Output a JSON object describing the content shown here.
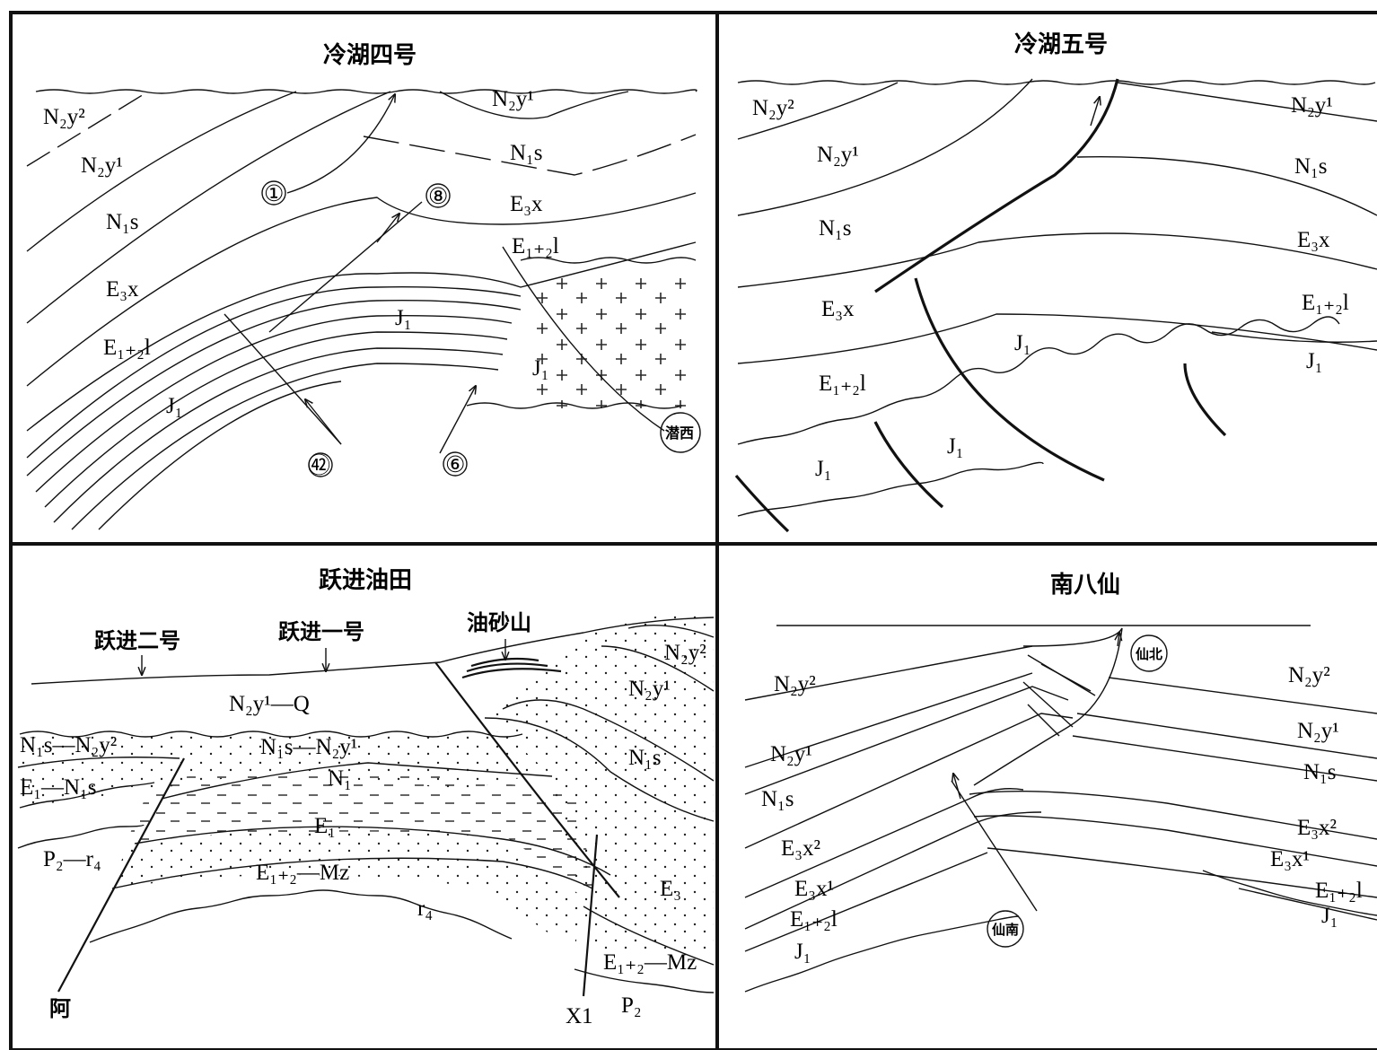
{
  "panels": [
    {
      "id": "lenghu4",
      "title": "冷湖四号",
      "labels": {
        "n2y2": "N₂y²",
        "n2y1_left": "N₂y¹",
        "n2y1_top": "N₂y¹",
        "n1s_left": "N₁s",
        "n1s_right": "N₁s",
        "e3x_left": "E₃x",
        "e3x_right": "E₃x",
        "e12l_left": "E₁₊₂l",
        "e12l_right": "E₁₊₂l",
        "j1_left": "J₁",
        "j1_center": "J₁",
        "j1_right": "J₁",
        "fault1": "①",
        "fault8": "⑧",
        "fault42": "㊷",
        "fault6": "⑥",
        "xixi": "潜西"
      }
    },
    {
      "id": "lenghu5",
      "title": "冷湖五号",
      "labels": {
        "n2y2": "N₂y²",
        "n2y1_left": "N₂y¹",
        "n2y1_right": "N₂y¹",
        "n1s_left": "N₁s",
        "n1s_right": "N₁s",
        "e3x_left": "E₃x",
        "e3x_right": "E₃x",
        "e12l_left": "E₁₊₂l",
        "e12l_right": "E₁₊₂l",
        "j1_center": "J₁",
        "j1_right": "J₁",
        "j1_low1": "J₁",
        "j1_low2": "J₁"
      }
    },
    {
      "id": "yuejin",
      "title": "跃进油田",
      "labels": {
        "yuejin2": "跃进二号",
        "yuejin1": "跃进一号",
        "youshashan": "油砂山",
        "n2y1q": "N₂y¹—Q",
        "n1sn2y2": "N₁s—N₂y²",
        "n1sn2y1": "N₁s—N₂y¹",
        "e1n1s": "E₁—N₁s",
        "n1": "N₁",
        "e1": "E₁",
        "p2r4": "P₂—r₄",
        "e12mz": "E₁₊₂—Mz",
        "r4": "r₄",
        "n2y2": "N₂y²",
        "n2y1": "N₂y¹",
        "n1s": "N₁s",
        "e3": "E₃",
        "e12mz_right": "E₁₊₂—Mz",
        "p2": "P₂",
        "a": "阿",
        "x1": "X1"
      }
    },
    {
      "id": "nanbaxian",
      "title": "南八仙",
      "labels": {
        "xianbei": "仙北",
        "xiannan": "仙南",
        "n2y2_left": "N₂y²",
        "n2y2_right": "N₂y²",
        "n2y1_left": "N₂y¹",
        "n2y1_right": "N₂y¹",
        "n1s_left": "N₁s",
        "n1s_right": "N₁s",
        "e3x2_left": "E₃x²",
        "e3x2_right": "E₃x²",
        "e3x1_left": "E₃x¹",
        "e3x1_right": "E₃x¹",
        "e12l_left": "E₁₊₂l",
        "e12l_right": "E₁₊₂l",
        "j1_left": "J₁",
        "j1_right": "J₁"
      }
    }
  ]
}
